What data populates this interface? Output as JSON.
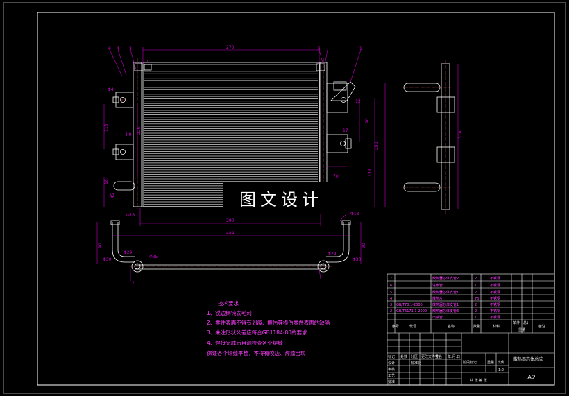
{
  "colors": {
    "background": "#000000",
    "outline": "#ffffff",
    "dimension": "#c000c0",
    "centerline": "#d05050",
    "watermark_bg": "#000000"
  },
  "dimensions": {
    "top_width": "270",
    "slot_width": "290",
    "overall_width": "484",
    "height_left": "226",
    "height_right": "280",
    "height_side": "310",
    "dim_138": "138",
    "dim_90": "90",
    "dim_12": "12",
    "dim_49": "4.9",
    "dim_118": "118",
    "dim_45": "45",
    "dim_70": "70",
    "dim_17": "17",
    "dim_18": "18",
    "phi4": "Φ4",
    "phi18a": "Φ18",
    "phi18b": "Φ18",
    "phi25": "Φ25",
    "phi29a": "Φ29",
    "phi29b": "Φ29",
    "phi30a": "Φ30",
    "phi30b": "Φ30",
    "pipe_90a": "90",
    "pipe_90b": "90",
    "balloon_1": "1",
    "balloon_2": "2",
    "balloon_3": "3",
    "balloon_4": "4",
    "balloon_5": "5",
    "balloon_6": "6"
  },
  "watermark": "图文设计",
  "notes": {
    "title": "技术要求",
    "lines": [
      "1、锐边倒钝去毛刺",
      "2、零件表面不得有划痕、擦伤等损伤零件表面的缺陷",
      "3、未注形状公差应符合GB1184-80的要求",
      "4、焊接完成后目测检查各个焊缝",
      "保证各个焊缝平整，不得有咬边、焊瘤出现"
    ]
  },
  "bom": {
    "rows": [
      {
        "no": "7",
        "code": "",
        "name": "散热器芯体支管2",
        "qty": "2",
        "mat": "不锈钢"
      },
      {
        "no": "6",
        "code": "",
        "name": "进水管",
        "qty": "1",
        "mat": "不锈钢"
      },
      {
        "no": "5",
        "code": "",
        "name": "散热器芯体支管1",
        "qty": "2",
        "mat": "不锈钢"
      },
      {
        "no": "4",
        "code": "",
        "name": "散热片",
        "qty": "75",
        "mat": "不锈钢"
      },
      {
        "no": "3",
        "code": "GB/T70.1-2000",
        "name": "散热器芯体支管1",
        "qty": "2",
        "mat": "不锈钢"
      },
      {
        "no": "2",
        "code": "GB/T6171.1-2000",
        "name": "散热器芯体支管3",
        "qty": "2",
        "mat": "不锈钢"
      },
      {
        "no": "1",
        "code": "",
        "name": "出液管",
        "qty": "1",
        "mat": "不锈钢"
      }
    ],
    "headers": {
      "no": "序号",
      "code": "代号",
      "name": "名称",
      "qty": "数量",
      "mat": "材料",
      "single": "单件",
      "total": "总计",
      "weight": "重量",
      "remark": "备注"
    }
  },
  "title_block": {
    "drawing_name": "散热器芯体总成",
    "size": "A2",
    "scale": "1:2",
    "labels": [
      "标记",
      "处数",
      "分区",
      "更改文件号",
      "签名",
      "年.月.日",
      "设计",
      "标准化",
      "审核",
      "工艺",
      "批准",
      "阶段标记",
      "重量",
      "比例",
      "共 张 第 张"
    ]
  }
}
